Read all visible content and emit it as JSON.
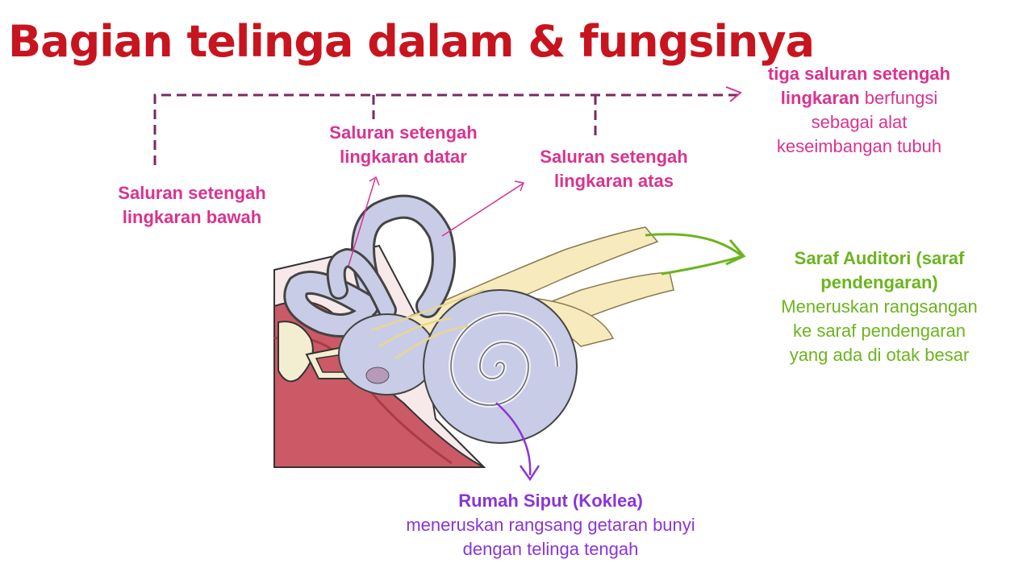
{
  "title": "Bagian telinga dalam & fungsinya",
  "labels": {
    "lower_canal": [
      "Saluran setengah",
      "lingkaran bawah"
    ],
    "horizontal_canal": [
      "Saluran setengah",
      "lingkaran datar"
    ],
    "upper_canal": [
      "Saluran setengah",
      "lingkaran atas"
    ],
    "semicircular": {
      "bold": "tiga saluran setengah",
      "bold2": "lingkaran",
      "rest1": " berfungsi",
      "rest2": "sebagai alat",
      "rest3": "keseimbangan tubuh"
    },
    "auditory_nerve": {
      "title1": "Saraf Auditori (saraf",
      "title2": "pendengaran)",
      "desc": [
        "Meneruskan rangsangan",
        "ke saraf pendengaran",
        "yang ada di otak besar"
      ]
    },
    "cochlea": {
      "title": "Rumah Siput (Koklea)",
      "desc": [
        "meneruskan rangsang getaran bunyi",
        "dengan telinga tengah"
      ]
    }
  },
  "colors": {
    "title": "#c8141e",
    "pink": "#d9338f",
    "green": "#6cb41e",
    "purple": "#8a35d8",
    "dashed_line": "#7a2a5e"
  }
}
